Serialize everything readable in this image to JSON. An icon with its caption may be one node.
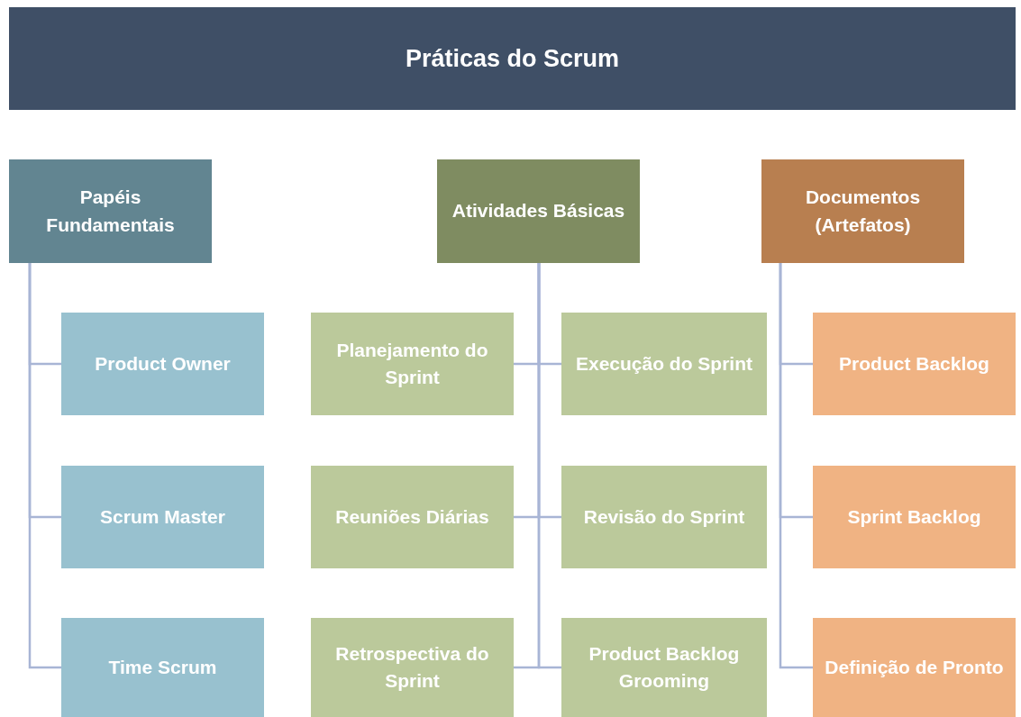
{
  "diagram": {
    "title": "Práticas do Scrum",
    "nodes": [
      {
        "text": [
          "Papéis Fundamentais"
        ]
      },
      {
        "text": [
          "Product Owner"
        ]
      },
      {
        "text": [
          "Scrum Master"
        ]
      },
      {
        "text": [
          "Time Scrum"
        ]
      },
      {
        "text": [
          "Atividades Básicas"
        ]
      },
      {
        "text": [
          "Planejamento do Sprint"
        ]
      },
      {
        "text": [
          "Execução do Sprint"
        ]
      },
      {
        "text": [
          "Reuniões Diárias"
        ]
      },
      {
        "text": [
          "Revisão do Sprint"
        ]
      },
      {
        "text": [
          "Retrospectiva do Sprint"
        ]
      },
      {
        "text": [
          "Product Backlog Grooming"
        ]
      },
      {
        "text": [
          "Documentos (Artefatos)"
        ]
      },
      {
        "text": [
          "Product Backlog"
        ]
      },
      {
        "text": [
          "Sprint Backlog"
        ]
      },
      {
        "text": [
          "Definição de Pronto"
        ]
      }
    ],
    "edges": [
      {
        "from": 0,
        "to": 1,
        "arrow": "none"
      },
      {
        "from": 0,
        "to": 2,
        "arrow": "none"
      },
      {
        "from": 0,
        "to": 3,
        "arrow": "none"
      },
      {
        "from": 4,
        "to": 5,
        "arrow": "none"
      },
      {
        "from": 4,
        "to": 6,
        "arrow": "none"
      },
      {
        "from": 4,
        "to": 7,
        "arrow": "none"
      },
      {
        "from": 4,
        "to": 8,
        "arrow": "none"
      },
      {
        "from": 4,
        "to": 9,
        "arrow": "none"
      },
      {
        "from": 4,
        "to": 10,
        "arrow": "none"
      },
      {
        "from": 11,
        "to": 12,
        "arrow": "none"
      },
      {
        "from": 11,
        "to": 13,
        "arrow": "none"
      },
      {
        "from": 11,
        "to": 14,
        "arrow": "none"
      }
    ]
  }
}
